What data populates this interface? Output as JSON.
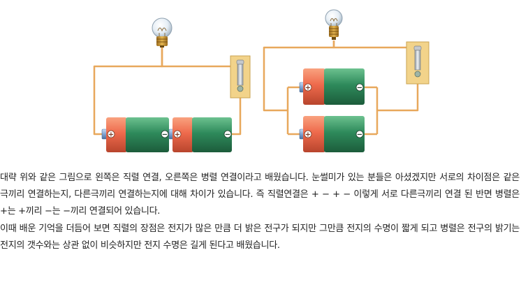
{
  "figure": {
    "type": "circuit-illustration",
    "left_circuit": {
      "connection": "series",
      "battery_count": 2,
      "terminal_symbols": [
        "+",
        "−"
      ],
      "components": [
        "bulb-icon",
        "switch-icon",
        "battery-icon"
      ]
    },
    "right_circuit": {
      "connection": "parallel",
      "battery_count": 2,
      "terminal_symbols": [
        "+",
        "−"
      ],
      "components": [
        "bulb-icon",
        "switch-icon",
        "battery-icon"
      ]
    },
    "colors": {
      "wire": "#e8a85c",
      "battery_positive": "#ef6a4f",
      "battery_negative": "#2e8a5b",
      "switch_panel": "#f2d38a",
      "bulb_base": "#c9902c"
    }
  },
  "paragraphs": [
    "대략 위와 같은 그림으로 왼쪽은 직렬 연결, 오른쪽은 병렬 연결이라고 배웠습니다. 눈썰미가 있는 분들은 아셨겠지만 서로의 차이점은 같은 극끼리 연결하는지, 다른극끼리 연결하는지에 대해 차이가 있습니다. 즉 직렬연결은 + − + − 이렇게 서로 다른극끼리 연결 된 반면 병렬은 +는 +끼리 −는 −끼리 연결되어 있습니다.",
    "이때 배운 기억을 더듬어 보면 직렬의 장점은 전지가 많은 만큼 더 밝은 전구가 되지만 그만큼 전지의 수명이 짧게 되고 병렬은 전구의 밝기는 전지의 갯수와는 상관 없이 비슷하지만 전지 수명은 길게 된다고 배웠습니다."
  ]
}
